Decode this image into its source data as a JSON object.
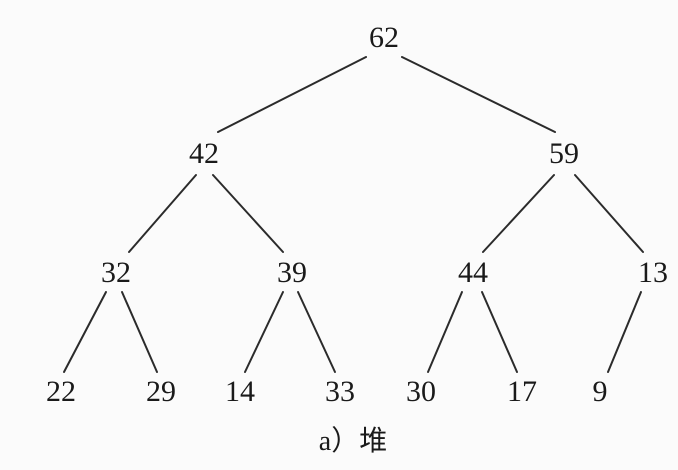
{
  "diagram": {
    "nodes": [
      {
        "id": "n62",
        "label": "62"
      },
      {
        "id": "n42",
        "label": "42"
      },
      {
        "id": "n59",
        "label": "59"
      },
      {
        "id": "n32",
        "label": "32"
      },
      {
        "id": "n39",
        "label": "39"
      },
      {
        "id": "n44",
        "label": "44"
      },
      {
        "id": "n13",
        "label": "13"
      },
      {
        "id": "n22",
        "label": "22"
      },
      {
        "id": "n29",
        "label": "29"
      },
      {
        "id": "n14",
        "label": "14"
      },
      {
        "id": "n33",
        "label": "33"
      },
      {
        "id": "n30",
        "label": "30"
      },
      {
        "id": "n17",
        "label": "17"
      },
      {
        "id": "n9",
        "label": "9"
      }
    ],
    "edges": [
      {
        "from": "n62",
        "to": "n42"
      },
      {
        "from": "n62",
        "to": "n59"
      },
      {
        "from": "n42",
        "to": "n32"
      },
      {
        "from": "n42",
        "to": "n39"
      },
      {
        "from": "n59",
        "to": "n44"
      },
      {
        "from": "n59",
        "to": "n13"
      },
      {
        "from": "n32",
        "to": "n22"
      },
      {
        "from": "n32",
        "to": "n29"
      },
      {
        "from": "n39",
        "to": "n14"
      },
      {
        "from": "n39",
        "to": "n33"
      },
      {
        "from": "n44",
        "to": "n30"
      },
      {
        "from": "n44",
        "to": "n17"
      },
      {
        "from": "n13",
        "to": "n9"
      }
    ],
    "caption": "a）堆"
  }
}
